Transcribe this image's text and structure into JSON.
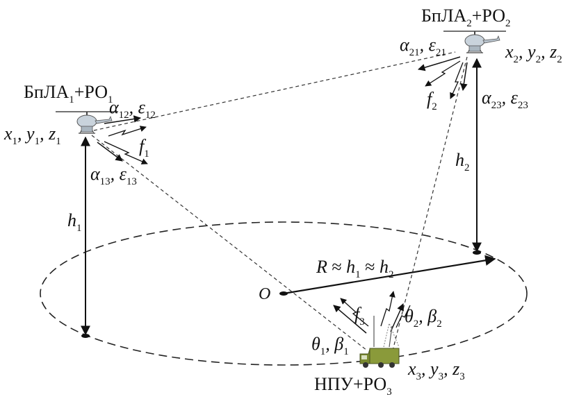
{
  "uav1": {
    "label_main": "БпЛА",
    "label_sub": "1",
    "label_plus": "+РО",
    "label_sub2": "1",
    "coords": [
      "x",
      "1",
      "y",
      "1",
      "z",
      "1"
    ],
    "angles_12": [
      "α",
      "12",
      "ε",
      "12"
    ],
    "angles_13": [
      "α",
      "13",
      "ε",
      "13"
    ],
    "freq": [
      "f",
      "1"
    ],
    "height": [
      "h",
      "1"
    ]
  },
  "uav2": {
    "label_main": "БпЛА",
    "label_sub": "2",
    "label_plus": "+РО",
    "label_sub2": "2",
    "coords": [
      "x",
      "2",
      "y",
      "2",
      "z",
      "2"
    ],
    "angles_21": [
      "α",
      "21",
      "ε",
      "21"
    ],
    "angles_23": [
      "α",
      "23",
      "ε",
      "23"
    ],
    "freq": [
      "f",
      "2"
    ],
    "height": [
      "h",
      "2"
    ]
  },
  "ground": {
    "label_main": "НПУ",
    "label_plus": "+РО",
    "label_sub": "3",
    "coords": [
      "x",
      "3",
      "y",
      "3",
      "z",
      "3"
    ],
    "angles_1": [
      "θ",
      "1",
      "β",
      "1"
    ],
    "angles_2": [
      "θ",
      "2",
      "β",
      "2"
    ],
    "freq": [
      "f",
      "3"
    ]
  },
  "center": {
    "label": "O"
  },
  "radius": {
    "R": "R",
    "approx": "≈",
    "h1": "h",
    "h1_sub": "1",
    "h2": "h",
    "h2_sub": "2"
  },
  "colors": {
    "line": "#111111",
    "truck": "#8a9a3a",
    "drone": "#c9d3dc"
  }
}
